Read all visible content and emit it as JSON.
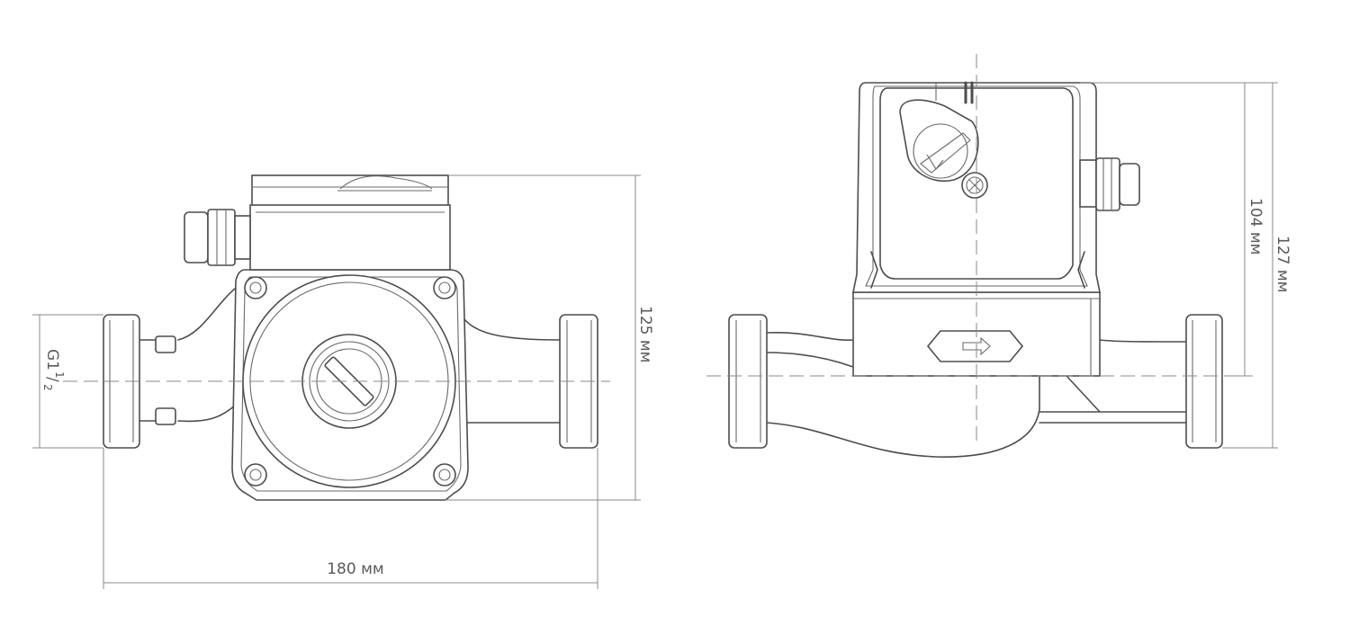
{
  "dimensions": {
    "width_label": "180 мм",
    "height_front_label": "125 мм",
    "height_side_inner_label": "104 мм",
    "height_side_total_label": "127 мм",
    "thread": {
      "main": "G1",
      "numerator": "1",
      "denominator": "2"
    }
  }
}
